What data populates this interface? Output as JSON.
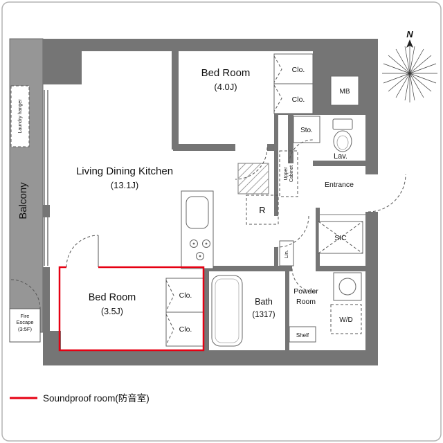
{
  "colors": {
    "wall": "#757575",
    "balcony": "#969696",
    "soundproof_red": "#e60012"
  },
  "compass": {
    "north": "N"
  },
  "legend": {
    "soundproof": "Soundproof room(防音室)"
  },
  "rooms": {
    "balcony": "Balcony",
    "laundry_hanger": "Laundry hanger",
    "ldk_name": "Living Dining Kitchen",
    "ldk_size": "(13.1J)",
    "bedroom4_name": "Bed Room",
    "bedroom4_size": "(4.0J)",
    "bedroom35_name": "Bed Room",
    "bedroom35_size": "(3.5J)",
    "clo": "Clo.",
    "mb": "MB",
    "sto": "Sto.",
    "lav": "Lav.",
    "entrance": "Entrance",
    "sic": "SIC",
    "upper_cabinet_line1": "Upper",
    "upper_cabinet_line2": "Cabinet",
    "fridge": "R",
    "bath_name": "Bath",
    "bath_size": "(1317)",
    "powder_line1": "Powder",
    "powder_line2": "Room",
    "wd": "W/D",
    "shelf": "Shelf",
    "linen": "Lin.",
    "fire_escape_line1": "Fire",
    "fire_escape_line2": "Escape",
    "fire_escape_line3": "(3:5F)"
  }
}
